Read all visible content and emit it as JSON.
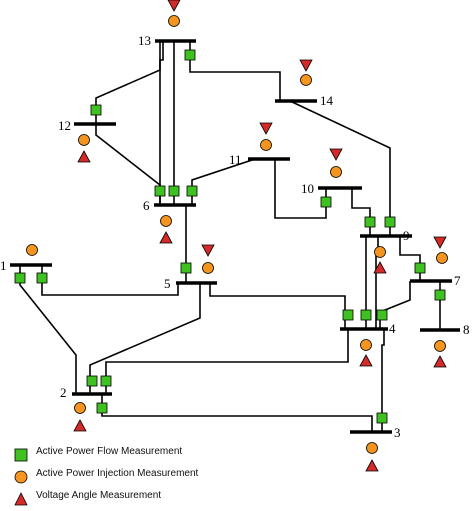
{
  "diagram": {
    "bus_labels": [
      "1",
      "2",
      "3",
      "4",
      "5",
      "6",
      "7",
      "8",
      "9",
      "10",
      "11",
      "12",
      "13",
      "14"
    ],
    "colors": {
      "flow": "#3ec121",
      "injection": "#f5941e",
      "angle": "#d42a2a",
      "line": "#000000"
    }
  },
  "legend": {
    "flow_label": "Active Power Flow Measurement",
    "injection_label": "Active Power Injection Measurement",
    "angle_label": "Voltage Angle Measurement",
    "flow_icon": "green-square",
    "injection_icon": "orange-circle",
    "angle_icon": "red-triangle"
  }
}
